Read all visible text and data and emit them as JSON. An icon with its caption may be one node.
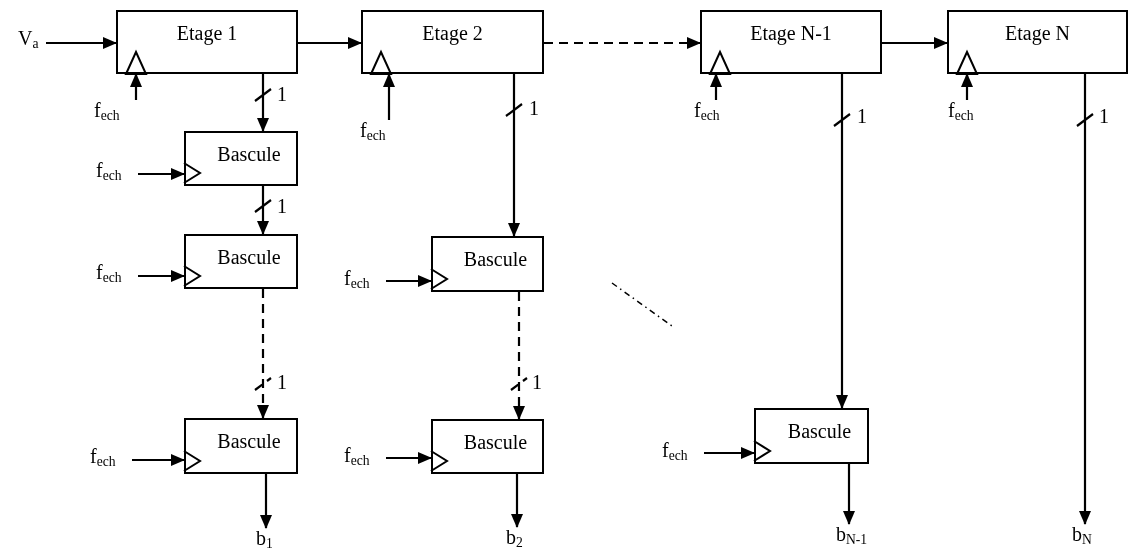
{
  "diagram": {
    "nodes": [
      {
        "text": [
          "V$_{a}$"
        ]
      },
      {
        "text": [
          "Etage 1"
        ]
      },
      {
        "text": [
          "Etage 2"
        ]
      },
      {
        "text": [
          "Etage N-1"
        ]
      },
      {
        "text": [
          "Etage N"
        ]
      },
      {
        "text": [
          "f$_{ech}$"
        ]
      },
      {
        "text": [
          "f$_{ech}$"
        ]
      },
      {
        "text": [
          "f$_{ech}$"
        ]
      },
      {
        "text": [
          "f$_{ech}$"
        ]
      },
      {
        "text": [
          "Bascule"
        ]
      },
      {
        "text": [
          "f$_{ech}$"
        ]
      },
      {
        "text": [
          "Bascule"
        ]
      },
      {
        "text": [
          "f$_{ech}$"
        ]
      },
      {
        "text": [
          "Bascule"
        ]
      },
      {
        "text": [
          "f$_{ech}$"
        ]
      },
      {
        "text": [
          "Bascule"
        ]
      },
      {
        "text": [
          "f$_{ech}$"
        ]
      },
      {
        "text": [
          "Bascule"
        ]
      },
      {
        "text": [
          "f$_{ech}$"
        ]
      },
      {
        "text": [
          "Bascule"
        ]
      },
      {
        "text": [
          "f$_{ech}$"
        ]
      },
      {
        "text": [
          "b$_{1}$"
        ]
      },
      {
        "text": [
          "b$_{2}$"
        ]
      },
      {
        "text": [
          "b$_{N-1}$"
        ]
      },
      {
        "text": [
          "b$_{N}$"
        ]
      }
    ],
    "edges": [
      {
        "from": 0,
        "to": 1,
        "arrow": "to"
      },
      {
        "from": 1,
        "to": 2,
        "arrow": "to"
      },
      {
        "from": 2,
        "to": 3,
        "arrow": "to",
        "style": "dashed"
      },
      {
        "from": 3,
        "to": 4,
        "arrow": "to"
      },
      {
        "from": 5,
        "to": 1,
        "arrow": "to"
      },
      {
        "from": 6,
        "to": 2,
        "arrow": "to"
      },
      {
        "from": 7,
        "to": 3,
        "arrow": "to"
      },
      {
        "from": 8,
        "to": 4,
        "arrow": "to"
      },
      {
        "from": 1,
        "to": 9,
        "arrow": "to",
        "label": "1"
      },
      {
        "from": 10,
        "to": 9,
        "arrow": "to"
      },
      {
        "from": 9,
        "to": 11,
        "arrow": "to",
        "label": "1"
      },
      {
        "from": 12,
        "to": 11,
        "arrow": "to"
      },
      {
        "from": 11,
        "to": 13,
        "arrow": "to",
        "label": "1",
        "style": "dashed"
      },
      {
        "from": 14,
        "to": 13,
        "arrow": "to"
      },
      {
        "from": 2,
        "to": 15,
        "arrow": "to",
        "label": "1"
      },
      {
        "from": 16,
        "to": 15,
        "arrow": "to"
      },
      {
        "from": 15,
        "to": 17,
        "arrow": "to",
        "label": "1",
        "style": "dashed"
      },
      {
        "from": 18,
        "to": 17,
        "arrow": "to"
      },
      {
        "from": 3,
        "to": 19,
        "arrow": "to",
        "label": "1"
      },
      {
        "from": 20,
        "to": 19,
        "arrow": "to"
      },
      {
        "from": 4,
        "to": 24,
        "arrow": "to",
        "label": "1"
      },
      {
        "from": 13,
        "to": 21,
        "arrow": "to"
      },
      {
        "from": 17,
        "to": 22,
        "arrow": "to"
      },
      {
        "from": 19,
        "to": 23,
        "arrow": "to"
      }
    ]
  }
}
